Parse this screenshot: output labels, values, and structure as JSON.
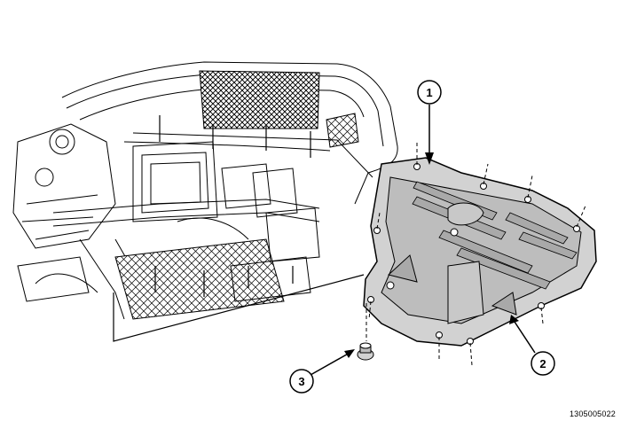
{
  "callouts": [
    {
      "label": "1"
    },
    {
      "label": "2"
    },
    {
      "label": "3"
    }
  ],
  "figure_id": "1305005022",
  "colors": {
    "line": "#000000",
    "shield_fill": "#d2d2d2",
    "shield_shade": "#a9a9a9",
    "background": "#ffffff"
  }
}
